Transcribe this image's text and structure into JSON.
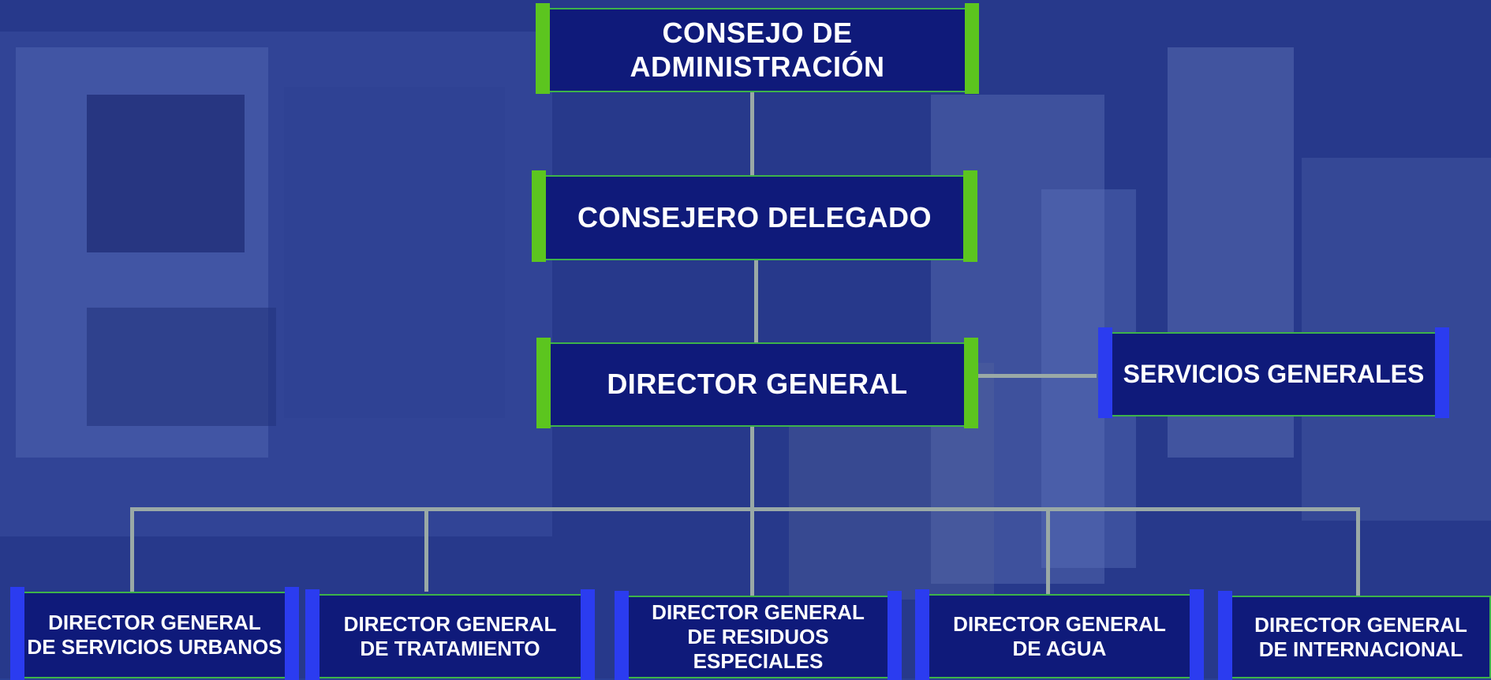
{
  "top": {
    "label": "CONSEJO DE\nADMINISTRACIÓN"
  },
  "delegate": {
    "label": "CONSEJERO DELEGADO"
  },
  "director": {
    "label": "DIRECTOR GENERAL"
  },
  "services": {
    "label": "SERVICIOS GENERALES"
  },
  "divisions": [
    {
      "label": "DIRECTOR GENERAL\nDE SERVICIOS URBANOS"
    },
    {
      "label": "DIRECTOR GENERAL\nDE TRATAMIENTO"
    },
    {
      "label": "DIRECTOR GENERAL\nDE RESIDUOS\nESPECIALES"
    },
    {
      "label": "DIRECTOR GENERAL\nDE AGUA"
    },
    {
      "label": "DIRECTOR GENERAL\nDE INTERNACIONAL"
    }
  ],
  "colors": {
    "box": "#0f1a7a",
    "accent_green": "#5cc51f",
    "accent_blue": "#2b3cf0",
    "connector": "#9aa9a6"
  }
}
